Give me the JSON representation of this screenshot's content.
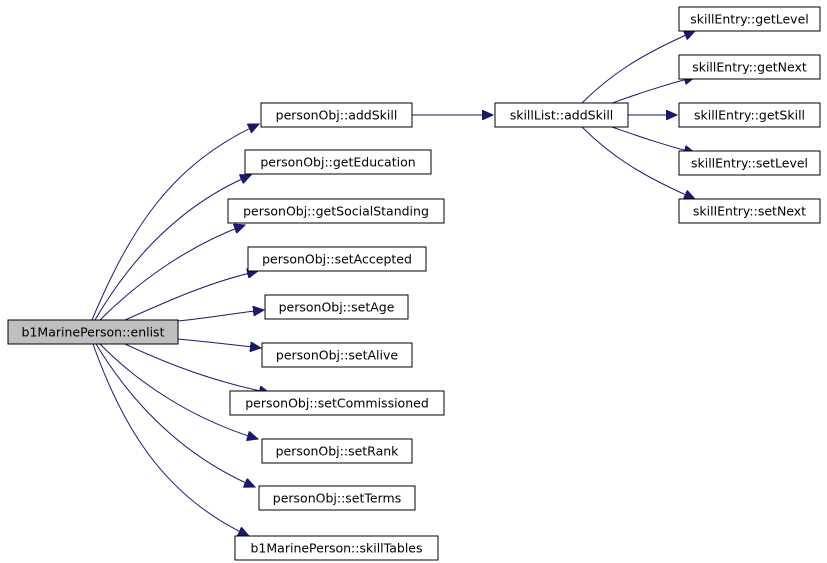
{
  "root": {
    "label": "b1MarinePerson::enlist",
    "fill": "#bfbfbf"
  },
  "callees": [
    "personObj::addSkill",
    "personObj::getEducation",
    "personObj::getSocialStanding",
    "personObj::setAccepted",
    "personObj::setAge",
    "personObj::setAlive",
    "personObj::setCommissioned",
    "personObj::setRank",
    "personObj::setTerms",
    "b1MarinePerson::skillTables"
  ],
  "mid": {
    "label": "skillList::addSkill"
  },
  "leaves": [
    "skillEntry::getLevel",
    "skillEntry::getNext",
    "skillEntry::getSkill",
    "skillEntry::setLevel",
    "skillEntry::setNext"
  ],
  "colors": {
    "edge": "#191970",
    "node_border": "#000000",
    "root_fill": "#bfbfbf"
  }
}
